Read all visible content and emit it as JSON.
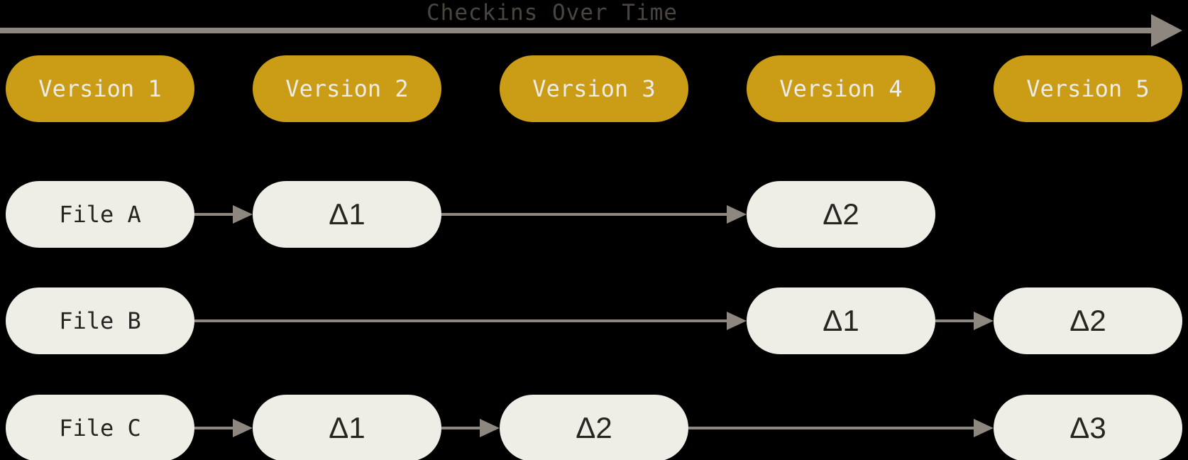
{
  "title": "Checkins Over Time",
  "colors": {
    "background": "#000000",
    "gold": "#CB9D16",
    "pill": "#EFEEE6",
    "arrow": "#8D8780",
    "title_text": "#4B4540",
    "pill_text": "#26251F",
    "version_text": "#ECECEA"
  },
  "versions": [
    {
      "label": "Version 1"
    },
    {
      "label": "Version 2"
    },
    {
      "label": "Version 3"
    },
    {
      "label": "Version 4"
    },
    {
      "label": "Version 5"
    }
  ],
  "files": [
    {
      "name": "File A",
      "deltas": [
        {
          "label": "Δ1",
          "version": "Version 2"
        },
        {
          "label": "Δ2",
          "version": "Version 4"
        }
      ]
    },
    {
      "name": "File B",
      "deltas": [
        {
          "label": "Δ1",
          "version": "Version 4"
        },
        {
          "label": "Δ2",
          "version": "Version 5"
        }
      ]
    },
    {
      "name": "File C",
      "deltas": [
        {
          "label": "Δ1",
          "version": "Version 2"
        },
        {
          "label": "Δ2",
          "version": "Version 3"
        },
        {
          "label": "Δ3",
          "version": "Version 5"
        }
      ]
    }
  ]
}
